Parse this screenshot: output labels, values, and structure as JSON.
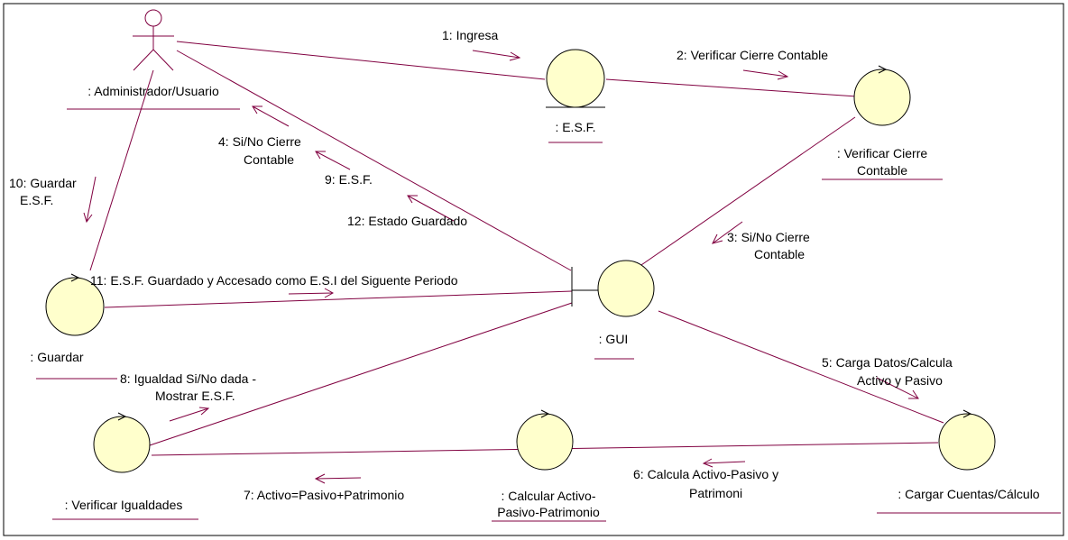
{
  "colors": {
    "line": "#800040",
    "node_fill": "#ffffcc",
    "node_stroke": "#000000",
    "frame": "#000000"
  },
  "nodes": {
    "actor": {
      "label": ": Administrador/Usuario"
    },
    "esf": {
      "label": ": E.S.F."
    },
    "verificar_cierre": {
      "label_line1": ": Verificar Cierre",
      "label_line2": "Contable"
    },
    "gui": {
      "label": ": GUI"
    },
    "guardar": {
      "label": ": Guardar"
    },
    "verificar_igualdades": {
      "label": ": Verificar Igualdades"
    },
    "calcular": {
      "label_line1": ": Calcular Activo-",
      "label_line2": "Pasivo-Patrimonio"
    },
    "cargar": {
      "label": ": Cargar Cuentas/Cálculo"
    }
  },
  "messages": {
    "m1": "1: Ingresa",
    "m2": "2: Verificar Cierre Contable",
    "m3_line1": "3: Si/No Cierre",
    "m3_line2": "Contable",
    "m4_line1": "4: Si/No Cierre",
    "m4_line2": "Contable",
    "m5_line1": "5: Carga Datos/Calcula",
    "m5_line2": "Activo y Pasivo",
    "m6_line1": "6: Calcula Activo-Pasivo y",
    "m6_line2": "Patrimoni",
    "m7": "7: Activo=Pasivo+Patrimonio",
    "m8_line1": "8: Igualdad Si/No dada -",
    "m8_line2": "Mostrar E.S.F.",
    "m9": "9: E.S.F.",
    "m10_line1": "10: Guardar",
    "m10_line2": "E.S.F.",
    "m11": "11: E.S.F. Guardado y Accesado como E.S.I del Siguente Periodo",
    "m12": "12: Estado Guardado"
  }
}
